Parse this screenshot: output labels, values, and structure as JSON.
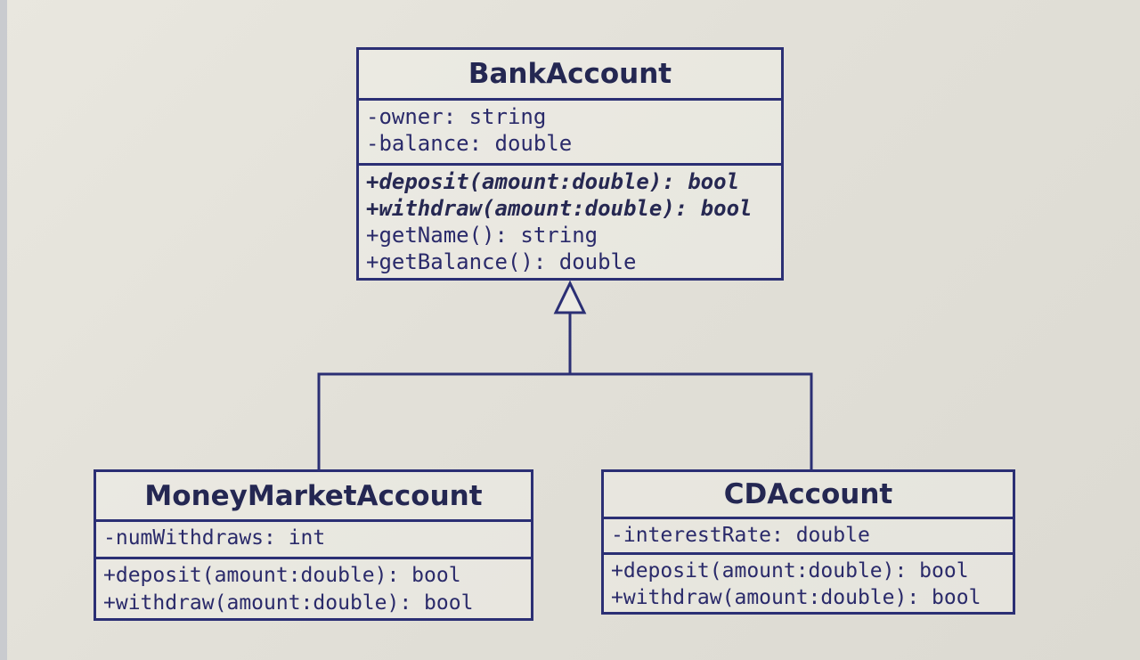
{
  "diagram": {
    "type": "uml-class-diagram",
    "line_color": "#2b2f74",
    "classes": {
      "bank_account": {
        "name": "BankAccount",
        "attributes": [
          "-owner: string",
          "-balance: double"
        ],
        "operations": [
          {
            "text": "+deposit(amount:double): bool",
            "abstract": true
          },
          {
            "text": "+withdraw(amount:double): bool",
            "abstract": true
          },
          {
            "text": "+getName(): string",
            "abstract": false
          },
          {
            "text": "+getBalance(): double",
            "abstract": false
          }
        ]
      },
      "money_market_account": {
        "name": "MoneyMarketAccount",
        "attributes": [
          "-numWithdraws: int"
        ],
        "operations": [
          {
            "text": "+deposit(amount:double): bool",
            "abstract": false
          },
          {
            "text": "+withdraw(amount:double): bool",
            "abstract": false
          }
        ]
      },
      "cd_account": {
        "name": "CDAccount",
        "attributes": [
          "-interestRate: double"
        ],
        "operations": [
          {
            "text": "+deposit(amount:double): bool",
            "abstract": false
          },
          {
            "text": "+withdraw(amount:double): bool",
            "abstract": false
          }
        ]
      }
    },
    "relationships": [
      {
        "type": "generalization",
        "parent": "BankAccount",
        "children": [
          "MoneyMarketAccount",
          "CDAccount"
        ]
      }
    ]
  }
}
